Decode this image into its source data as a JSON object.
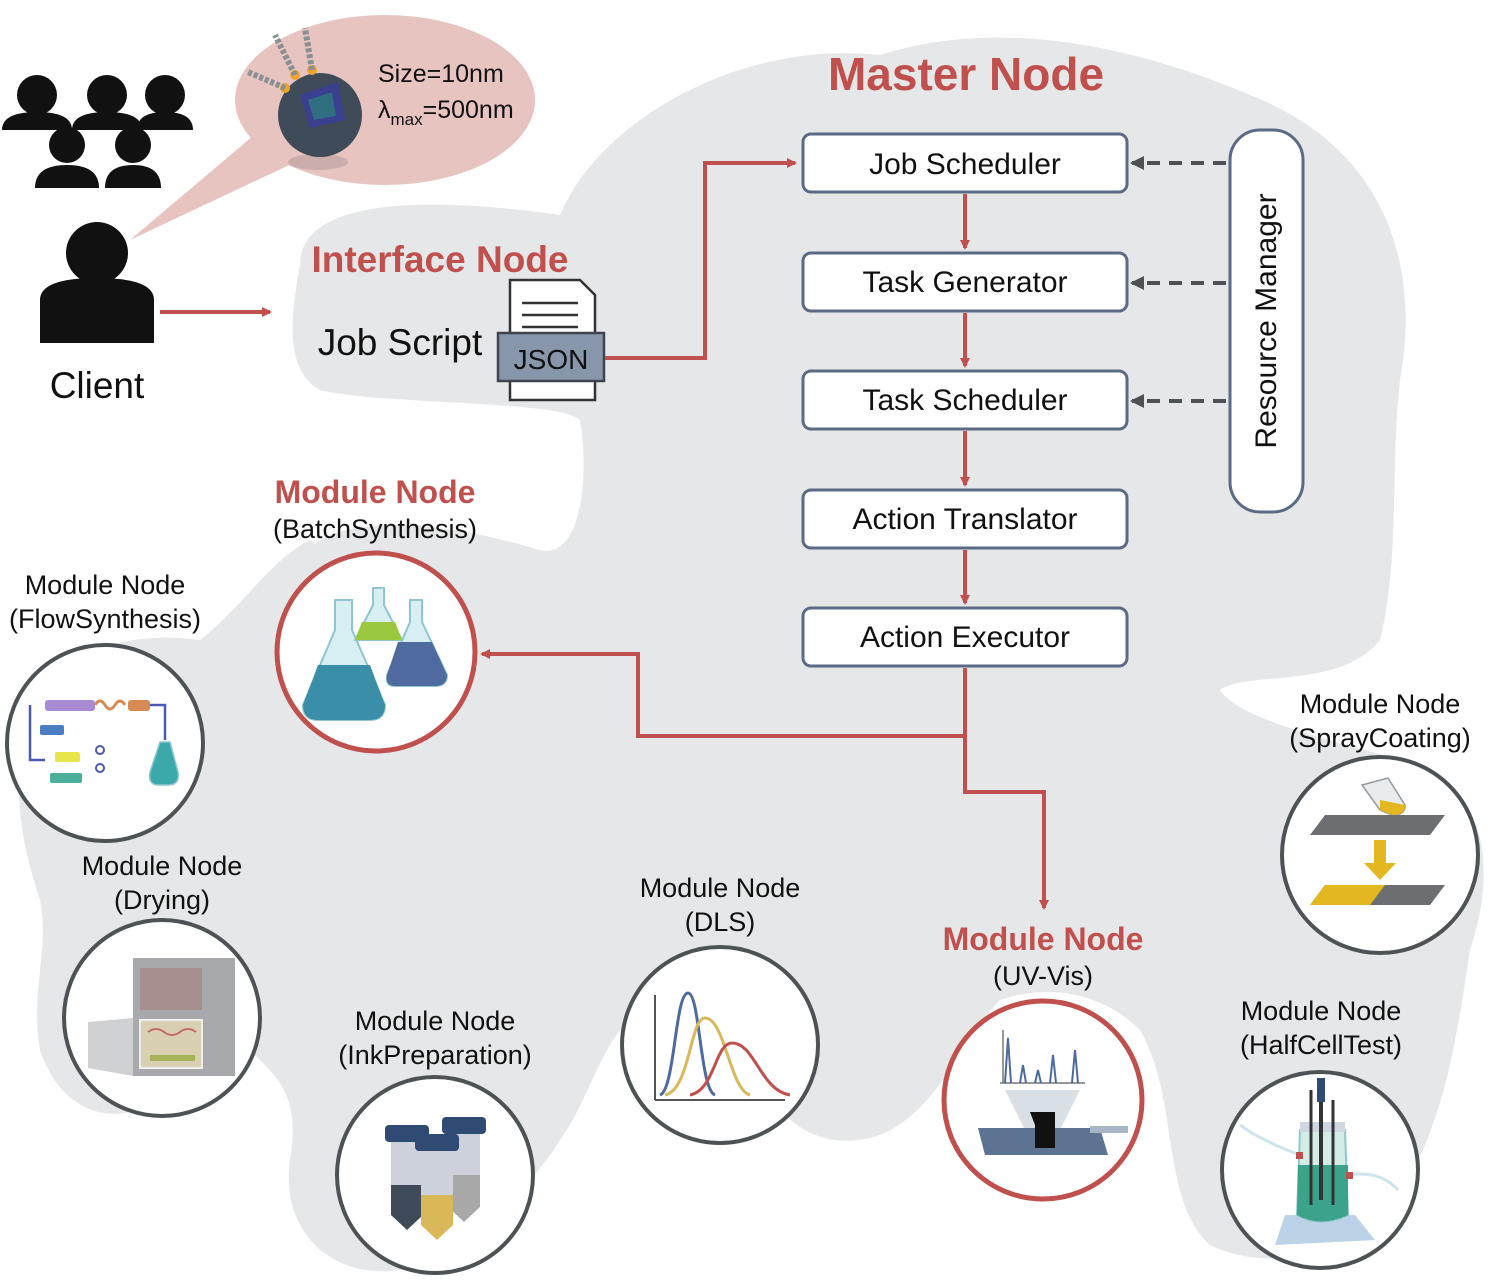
{
  "master": {
    "title": "Master Node"
  },
  "interface": {
    "title": "Interface Node",
    "job_script": "Job Script",
    "json_badge": "JSON"
  },
  "client": {
    "label": "Client"
  },
  "nanoparticle": {
    "size": "Size=10nm",
    "lambda_symbol": "λ",
    "lambda_sub": "max",
    "lambda_value": "=500nm"
  },
  "pipeline": {
    "job_scheduler": "Job Scheduler",
    "task_generator": "Task Generator",
    "task_scheduler": "Task Scheduler",
    "action_translator": "Action Translator",
    "action_executor": "Action Executor"
  },
  "resource_manager": {
    "label": "Resource Manager"
  },
  "modules": {
    "batch": {
      "title": "Module Node",
      "sub": "(BatchSynthesis)"
    },
    "flow": {
      "title": "Module Node",
      "sub": "(FlowSynthesis)"
    },
    "drying": {
      "title": "Module Node",
      "sub": "(Drying)"
    },
    "ink": {
      "title": "Module Node",
      "sub": "(InkPreparation)"
    },
    "dls": {
      "title": "Module Node",
      "sub": "(DLS)"
    },
    "uvvis": {
      "title": "Module Node",
      "sub": "(UV-Vis)"
    },
    "spray": {
      "title": "Module Node",
      "sub": "(SprayCoating)"
    },
    "halfcell": {
      "title": "Module Node",
      "sub": "(HalfCellTest)"
    }
  },
  "colors": {
    "accent": "#c0504d",
    "box_stroke": "#5b6b85",
    "cloud": "#e6e7e8",
    "bubble": "#e8c4c1"
  }
}
